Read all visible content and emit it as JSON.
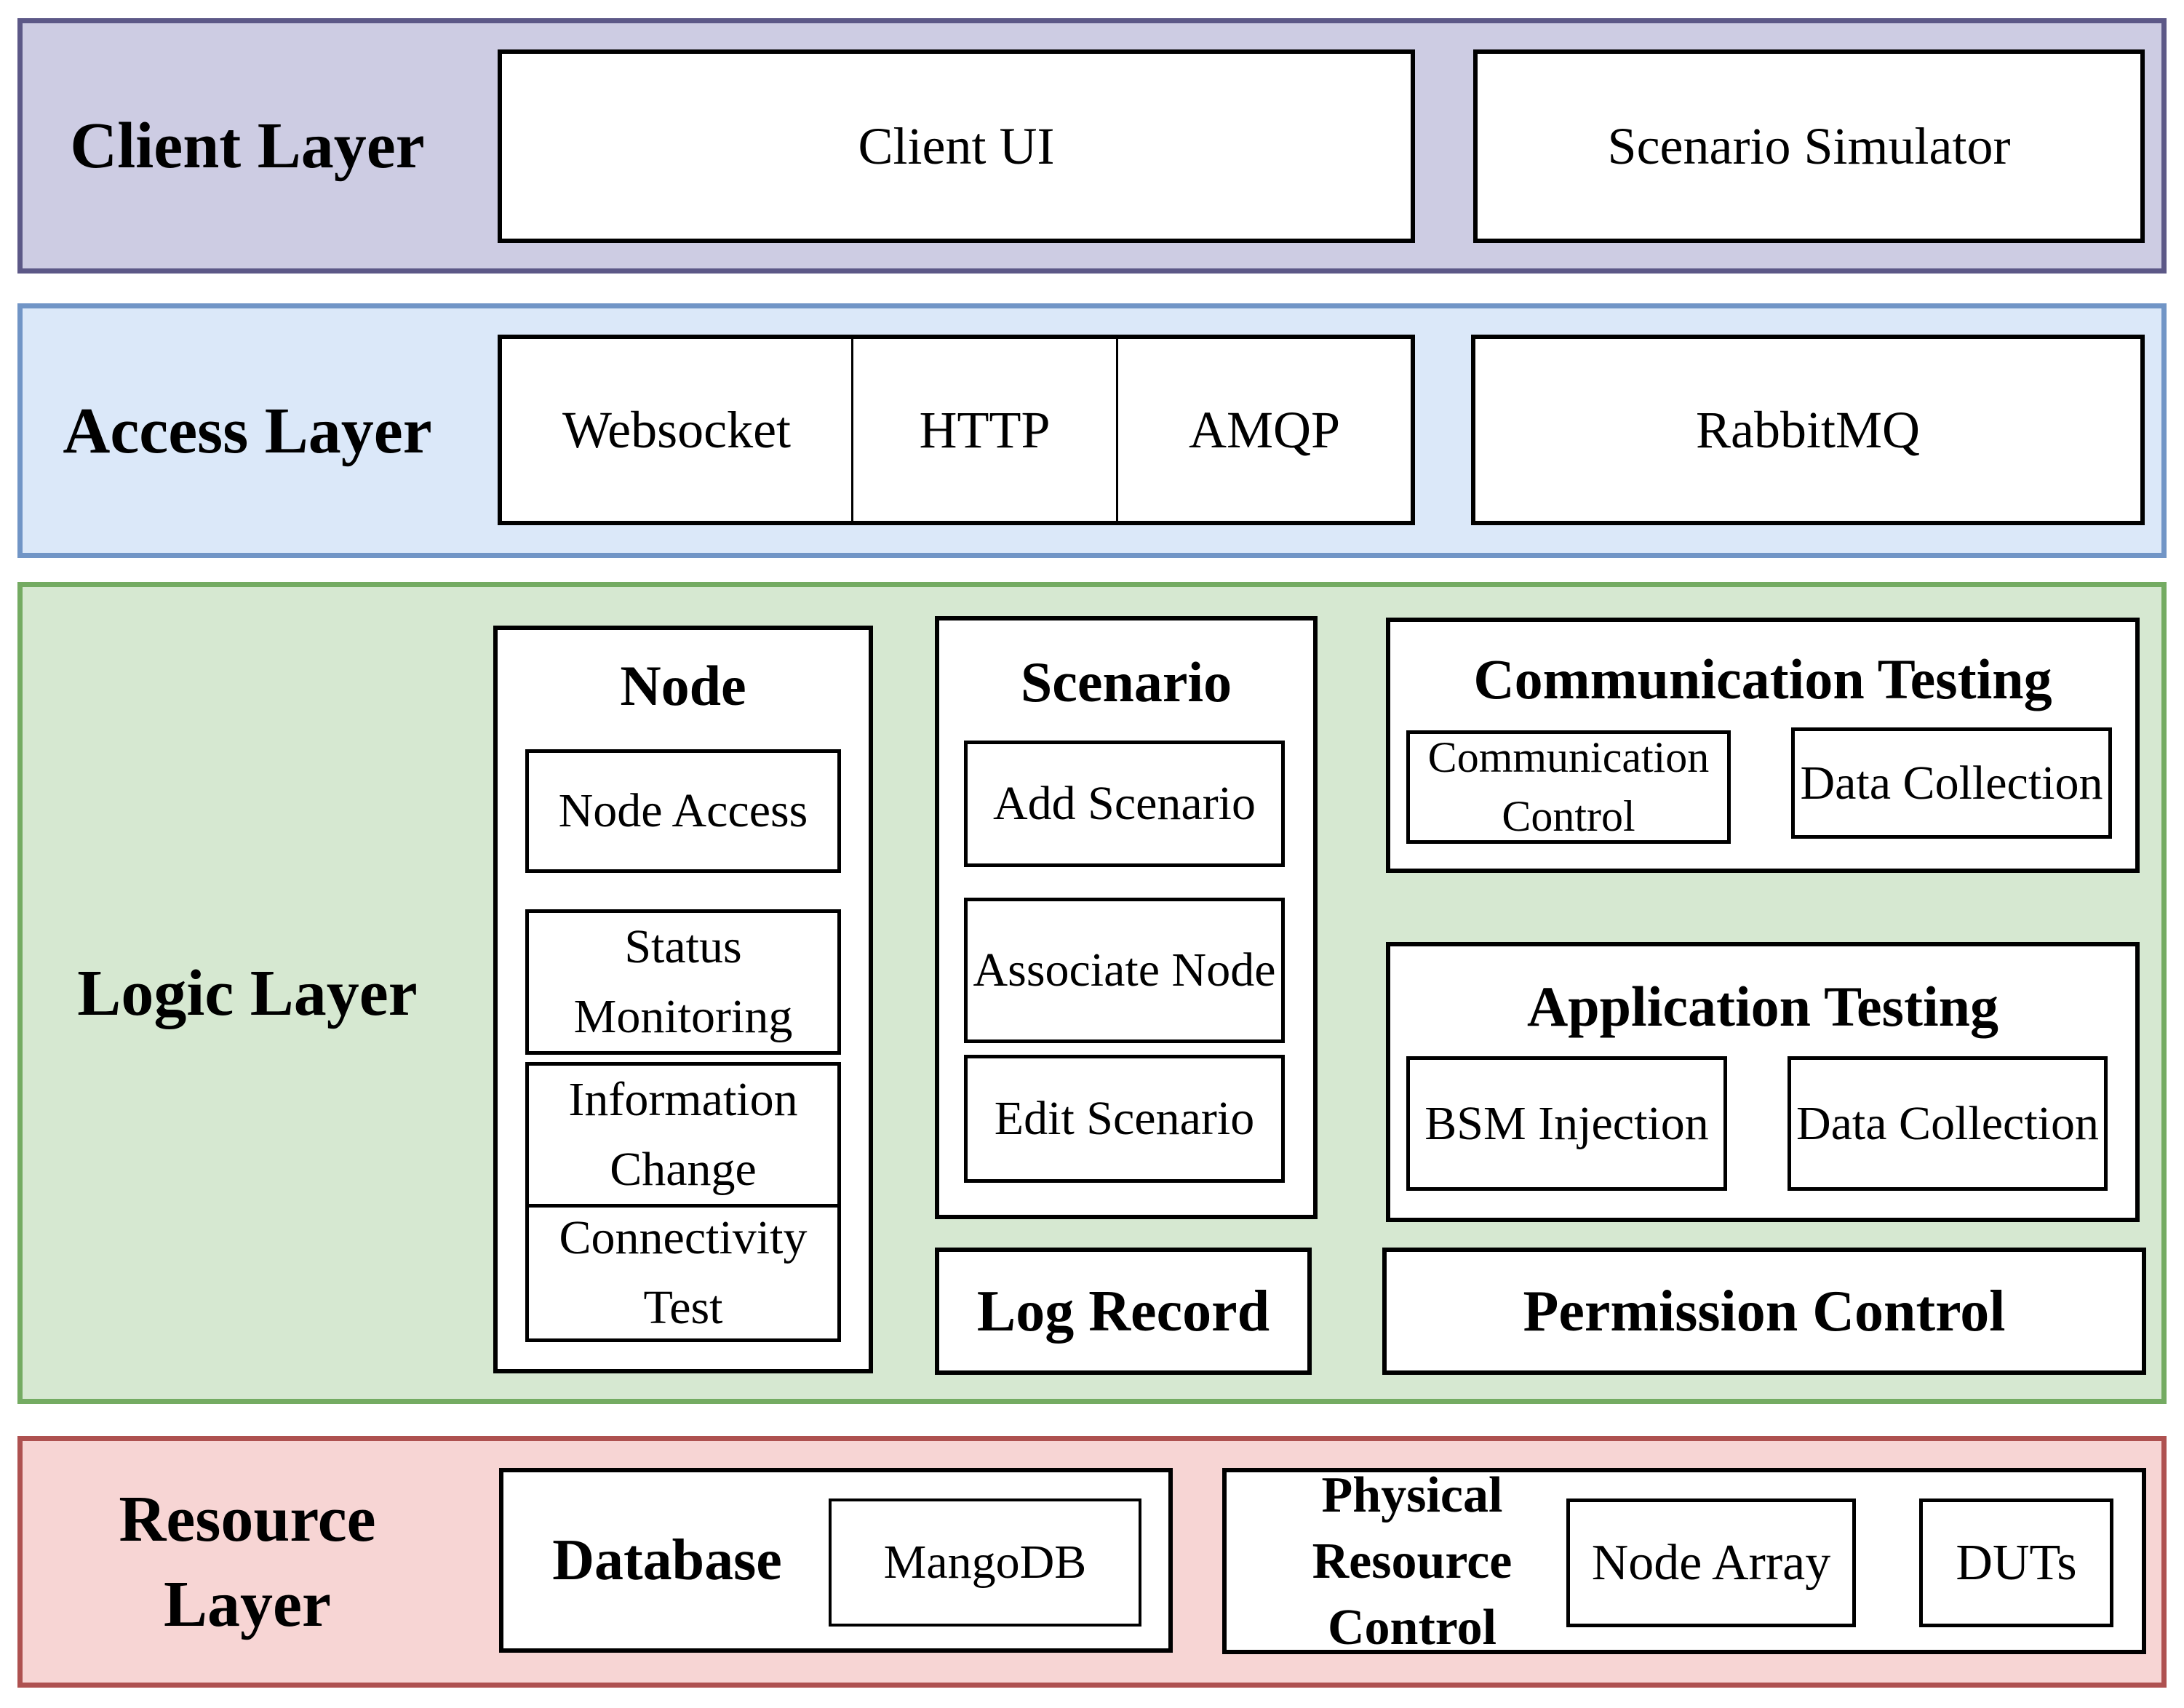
{
  "colors": {
    "client_fill": "#cdcce3",
    "client_border": "#5c5887",
    "access_fill": "#dbe8f9",
    "access_border": "#7195c6",
    "logic_fill": "#d6e8d1",
    "logic_border": "#74ab62",
    "resource_fill": "#f7d5d4",
    "resource_border": "#ae5150",
    "box_border": "#000000"
  },
  "layers": {
    "client": {
      "label": "Client Layer",
      "client_ui": "Client UI",
      "scenario_simulator": "Scenario Simulator"
    },
    "access": {
      "label": "Access Layer",
      "protocols": [
        "Websocket",
        "HTTP",
        "AMQP"
      ],
      "rabbitmq": "RabbitMQ"
    },
    "logic": {
      "label": "Logic Layer",
      "node_group": {
        "title": "Node",
        "items": [
          "Node Access",
          "Status Monitoring",
          "Information Change",
          "Connectivity Test"
        ]
      },
      "scenario_group": {
        "title": "Scenario",
        "items": [
          "Add Scenario",
          "Associate Node",
          "Edit Scenario"
        ]
      },
      "communication_testing_group": {
        "title": "Communication Testing",
        "items": [
          "Communication Control",
          "Data Collection"
        ]
      },
      "application_testing_group": {
        "title": "Application Testing",
        "items": [
          "BSM Injection",
          "Data Collection"
        ]
      },
      "log_record": "Log Record",
      "permission_control": "Permission Control"
    },
    "resource": {
      "label": "Resource Layer",
      "database_group": {
        "title": "Database",
        "items": [
          "MangoDB"
        ]
      },
      "physical_group": {
        "title": "Physical Resource Control",
        "items": [
          "Node Array",
          "DUTs"
        ]
      }
    }
  }
}
